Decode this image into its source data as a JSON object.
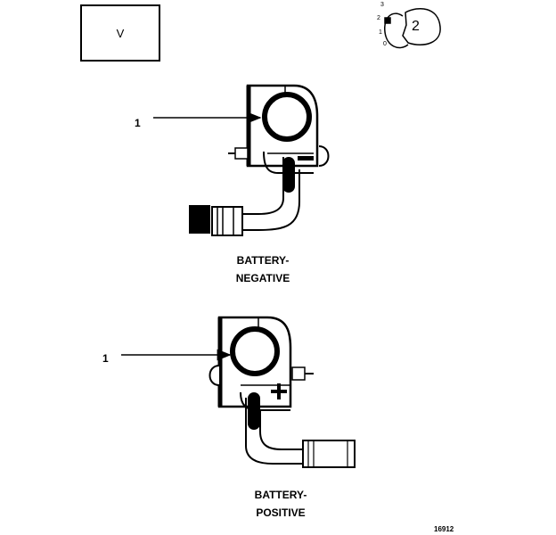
{
  "view_box": {
    "text": "V"
  },
  "key_icon": {
    "positions": [
      "3",
      "2",
      "1",
      "0"
    ],
    "number": "2"
  },
  "negative": {
    "callout": "1",
    "label_line1": "BATTERY-",
    "label_line2": "NEGATIVE",
    "sign": "−"
  },
  "positive": {
    "callout": "1",
    "label_line1": "BATTERY-",
    "label_line2": "POSITIVE",
    "sign": "+"
  },
  "figure_number": "16912"
}
